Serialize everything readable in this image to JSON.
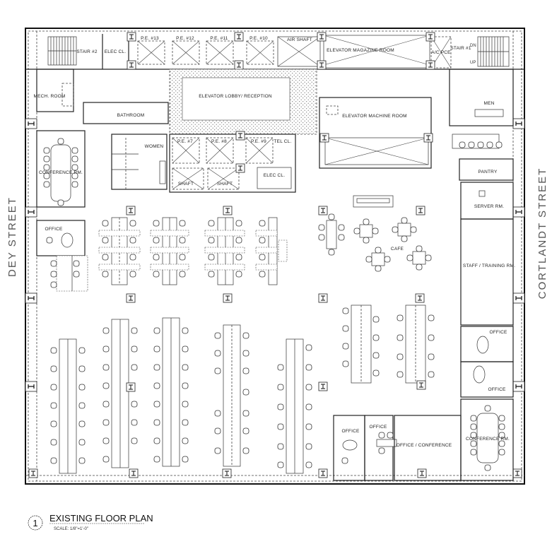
{
  "drawing": {
    "title": "EXISTING FLOOR PLAN",
    "number": "1",
    "scale": "SCALE: 1/8\"=1'-0\""
  },
  "streets": {
    "left": "DEY STREET",
    "right": "CORTLANDT STREET"
  },
  "rooms": {
    "stair2": "STAIR #2",
    "elec_cl_top": "ELEC CL.",
    "pe13": "P.E. #13",
    "pe12": "P.E. #12",
    "pe11": "P.E. #11",
    "pe10": "P.E. #10",
    "air_shaft": "AIR SHAFT",
    "elev_magazine": "ELEVATOR MAGAZINE ROOM",
    "ac_pce": "A/C PCE",
    "stair1": "STAIR #1",
    "mech": "MECH. ROOM",
    "bathroom": "BATHROOM",
    "lobby": "ELEVATOR LOBBY/ RECEPTION",
    "elev_machine": "ELEVATOR MACHINE ROOM",
    "men": "MEN",
    "women": "WOMEN",
    "pe7": "P.E. #7",
    "pe8": "P.E. #8",
    "pe9": "P.E. #9",
    "tel_cl": "TEL CL.",
    "shaft1": "SHAFT",
    "shaft2": "SHAFT",
    "elec_cl_mid": "ELEC CL.",
    "conf_left": "CONFERENCE RM.",
    "pantry": "PANTRY",
    "server": "SERVER RM.",
    "office_left": "OFFICE",
    "cafe": "CAFE",
    "staff": "STAFF / TRAINING RM.",
    "office_r1": "OFFICE",
    "office_r2": "OFFICE",
    "office_b1": "OFFICE",
    "office_b2": "OFFICE",
    "office_conf": "OFFICE / CONFERENCE",
    "conf_right": "CONFERENCE RM."
  },
  "stair_labels": {
    "dn": "DN",
    "up": "UP"
  },
  "colors": {
    "line": "#222222",
    "background": "#ffffff"
  }
}
